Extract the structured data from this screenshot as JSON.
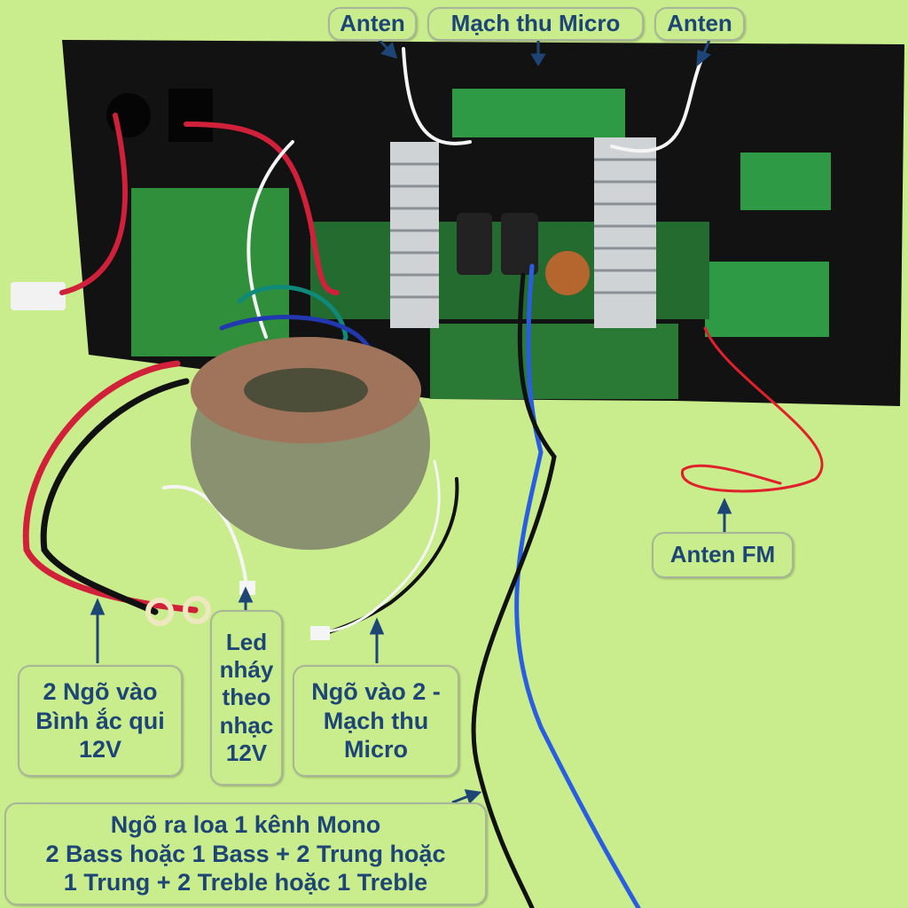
{
  "labels": {
    "antenna_left": "Anten",
    "mic_receiver": "Mạch thu Micro",
    "antenna_right": "Anten",
    "antenna_fm": "Anten FM",
    "battery_input": [
      "2 Ngõ vào",
      "Bình ắc qui",
      "12V"
    ],
    "led": [
      "Led",
      "nháy",
      "theo",
      "nhạc",
      "12V"
    ],
    "input2": [
      "Ngõ vào 2 -",
      "Mạch thu",
      "Micro"
    ],
    "speaker_output": [
      "Ngõ ra loa 1 kênh Mono",
      "2 Bass hoặc 1 Bass + 2 Trung hoặc",
      "1 Trung + 2 Treble hoặc 1 Treble"
    ]
  },
  "colors": {
    "background": "#c9ec8c",
    "label_text": "#1d4677",
    "arrow": "#1d4677",
    "board": "#111111",
    "pcb": "#2f8f3a"
  }
}
